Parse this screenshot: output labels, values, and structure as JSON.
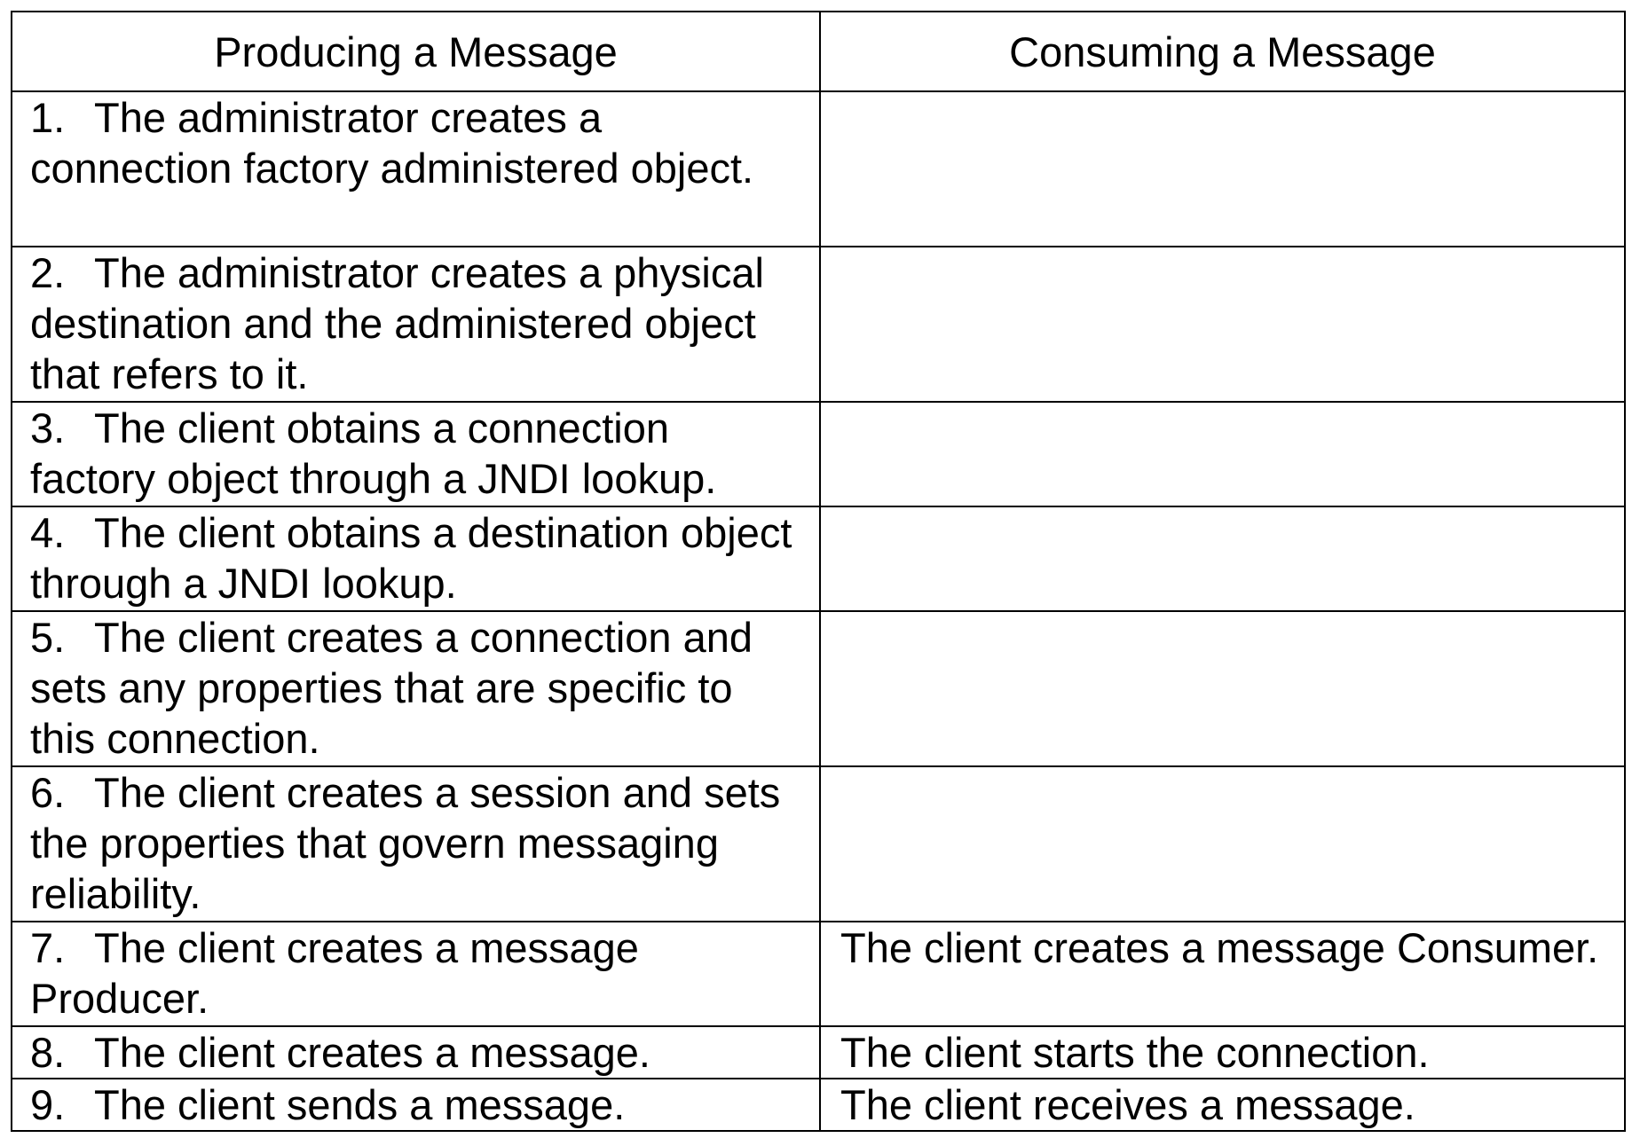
{
  "table": {
    "headers": [
      "Producing a Message",
      "Consuming a Message"
    ],
    "rows": [
      {
        "num": "1.",
        "producing": "The administrator creates a connection factory administered object.",
        "consuming": ""
      },
      {
        "num": "2.",
        "producing": "The administrator creates a physical destination and the administered object that refers to it.",
        "consuming": ""
      },
      {
        "num": "3.",
        "producing": "The client obtains a connection factory object through a JNDI lookup.",
        "consuming": ""
      },
      {
        "num": "4.",
        "producing": "The client obtains a destination object through a JNDI lookup.",
        "consuming": ""
      },
      {
        "num": "5.",
        "producing": "The client creates a connection and sets any properties that are specific to this connection.",
        "consuming": ""
      },
      {
        "num": "6.",
        "producing": "The client creates a session and sets the properties that govern messaging reliability.",
        "consuming": ""
      },
      {
        "num": "7.",
        "producing": "The client creates a message Producer.",
        "consuming": "The client creates a message Consumer."
      },
      {
        "num": "8.",
        "producing": "The client creates a message.",
        "consuming": "The client starts the connection."
      },
      {
        "num": "9.",
        "producing": "The client sends a message.",
        "consuming": "The client receives a message."
      }
    ]
  }
}
